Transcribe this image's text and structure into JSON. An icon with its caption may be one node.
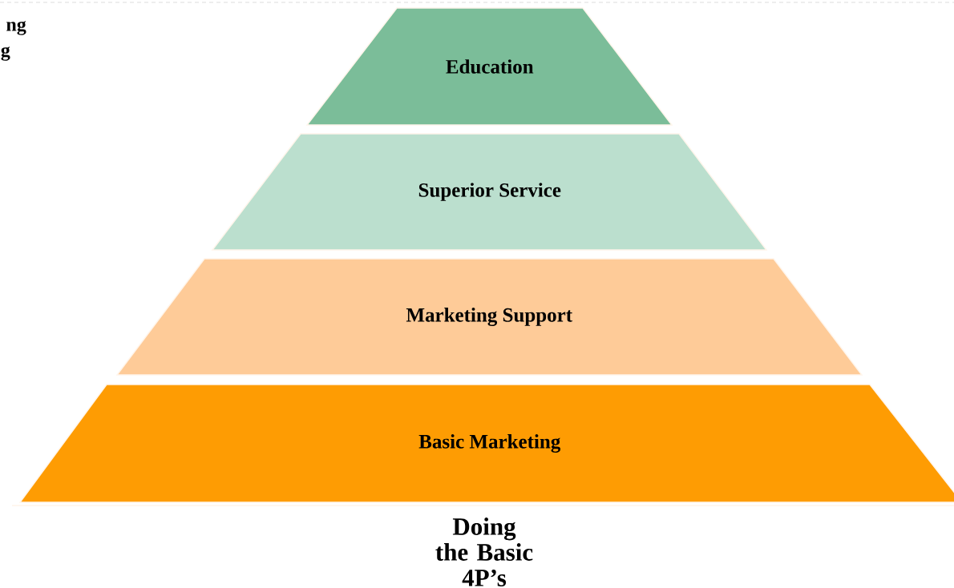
{
  "diagram": {
    "nodes": [
      {
        "text": [
          "Education"
        ]
      },
      {
        "text": [
          "Superior Service"
        ]
      },
      {
        "text": [
          "Marketing Support"
        ]
      },
      {
        "text": [
          "Basic Marketing"
        ]
      }
    ],
    "labels": [
      "ng",
      "g",
      "Doing the Basic 4P’s"
    ]
  }
}
